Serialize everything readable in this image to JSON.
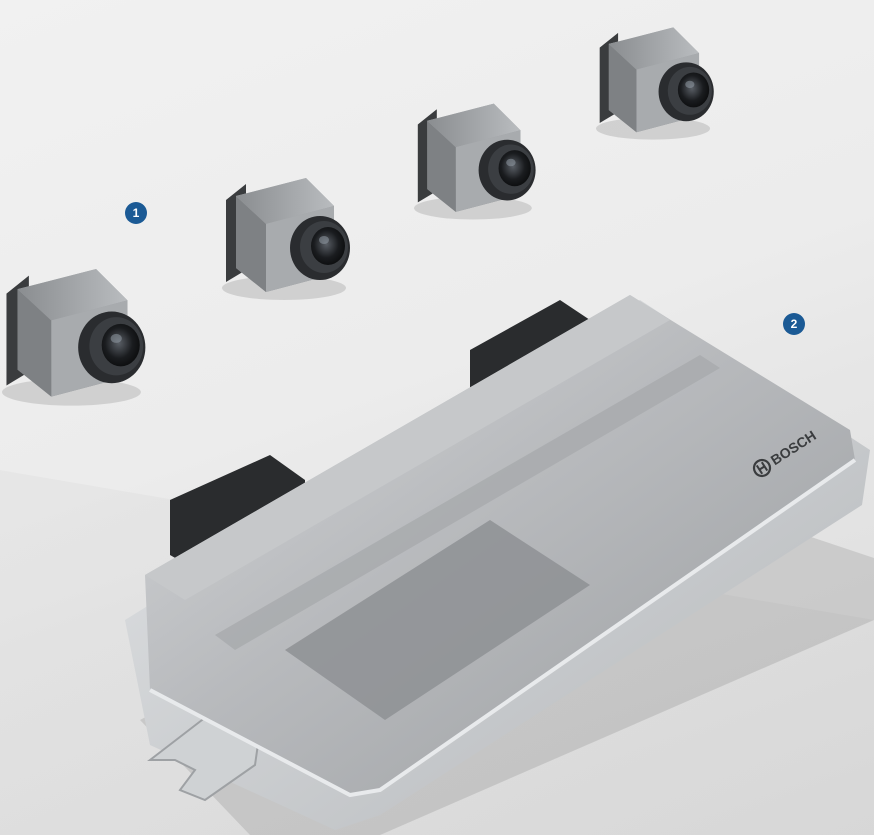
{
  "markers": [
    {
      "label": "1",
      "refers_to": "camera-set"
    },
    {
      "label": "2",
      "refers_to": "control-unit"
    }
  ],
  "brand": {
    "logo_text": "BOSCH"
  },
  "colors": {
    "marker": "#1b5a95",
    "background": "#ececec",
    "housing": "#b5b8bb",
    "connector": "#2a2c2e"
  }
}
